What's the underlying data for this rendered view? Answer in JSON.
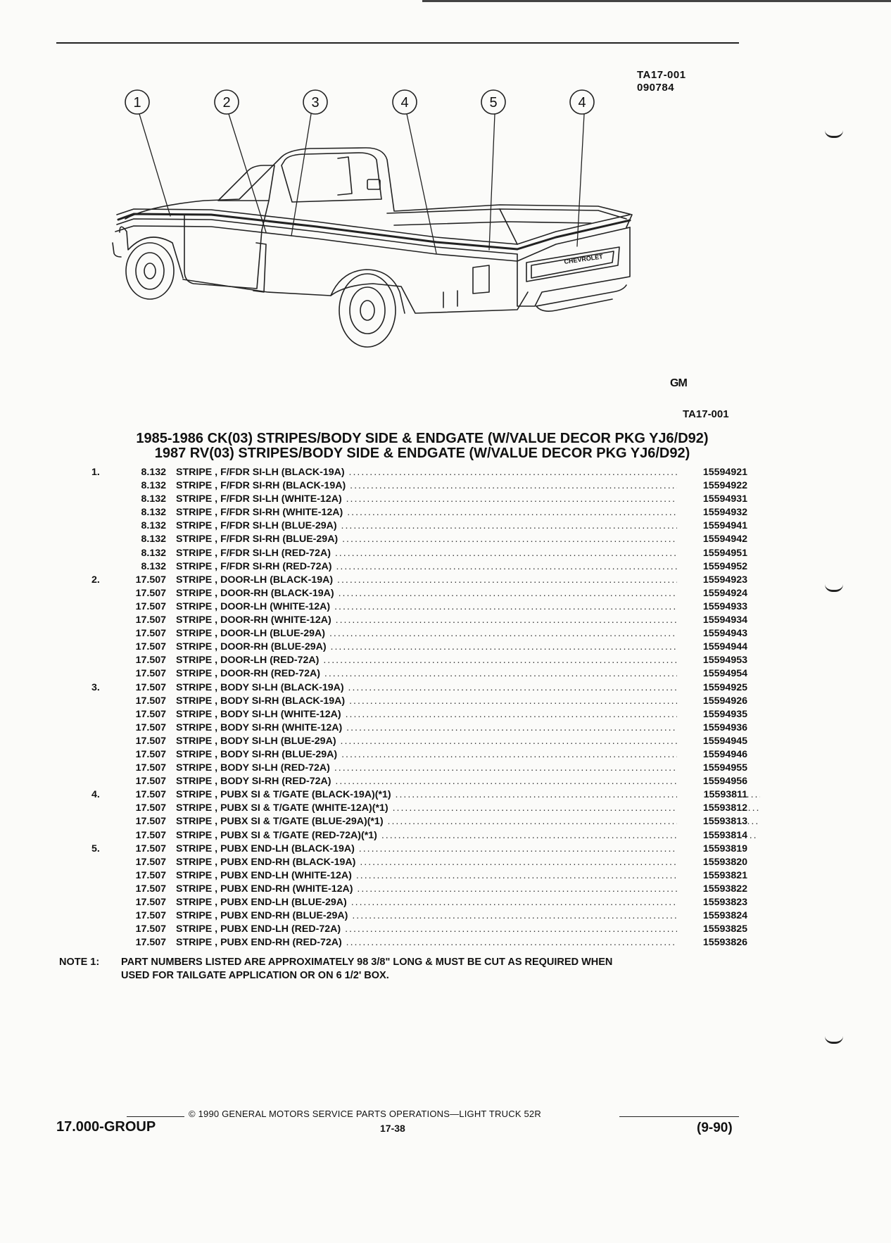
{
  "figure": {
    "ref_code": "TA17-001",
    "ref_date": "090784",
    "figure_id": "TA17-001",
    "callouts": [
      "1",
      "2",
      "3",
      "4",
      "5",
      "4"
    ],
    "tailgate_badge": "CHEVROLET",
    "logo_mark": "GM"
  },
  "title": {
    "line1": "1985-1986 CK(03) STRIPES/BODY SIDE & ENDGATE (W/VALUE DECOR PKG YJ6/D92)",
    "line2": "1987 RV(03) STRIPES/BODY SIDE & ENDGATE (W/VALUE DECOR PKG YJ6/D92)"
  },
  "parts": [
    {
      "num": "1.",
      "group": "8.132",
      "desc": "STRIPE , F/FDR SI-LH (BLACK-19A)",
      "pn": "15594921"
    },
    {
      "num": "",
      "group": "8.132",
      "desc": "STRIPE , F/FDR SI-RH (BLACK-19A)",
      "pn": "15594922"
    },
    {
      "num": "",
      "group": "8.132",
      "desc": "STRIPE , F/FDR SI-LH (WHITE-12A)",
      "pn": "15594931"
    },
    {
      "num": "",
      "group": "8.132",
      "desc": "STRIPE , F/FDR SI-RH (WHITE-12A)",
      "pn": "15594932"
    },
    {
      "num": "",
      "group": "8.132",
      "desc": "STRIPE , F/FDR SI-LH (BLUE-29A)",
      "pn": "15594941"
    },
    {
      "num": "",
      "group": "8.132",
      "desc": "STRIPE , F/FDR SI-RH (BLUE-29A)",
      "pn": "15594942"
    },
    {
      "num": "",
      "group": "8.132",
      "desc": "STRIPE , F/FDR SI-LH (RED-72A)",
      "pn": "15594951"
    },
    {
      "num": "",
      "group": "8.132",
      "desc": "STRIPE , F/FDR SI-RH (RED-72A)",
      "pn": "15594952"
    },
    {
      "num": "2.",
      "group": "17.507",
      "desc": "STRIPE , DOOR-LH (BLACK-19A)",
      "pn": "15594923"
    },
    {
      "num": "",
      "group": "17.507",
      "desc": "STRIPE , DOOR-RH (BLACK-19A)",
      "pn": "15594924"
    },
    {
      "num": "",
      "group": "17.507",
      "desc": "STRIPE , DOOR-LH (WHITE-12A)",
      "pn": "15594933"
    },
    {
      "num": "",
      "group": "17.507",
      "desc": "STRIPE , DOOR-RH (WHITE-12A)",
      "pn": "15594934"
    },
    {
      "num": "",
      "group": "17.507",
      "desc": "STRIPE , DOOR-LH (BLUE-29A)",
      "pn": "15594943"
    },
    {
      "num": "",
      "group": "17.507",
      "desc": "STRIPE , DOOR-RH (BLUE-29A)",
      "pn": "15594944"
    },
    {
      "num": "",
      "group": "17.507",
      "desc": "STRIPE , DOOR-LH (RED-72A)",
      "pn": "15594953"
    },
    {
      "num": "",
      "group": "17.507",
      "desc": "STRIPE , DOOR-RH (RED-72A)",
      "pn": "15594954"
    },
    {
      "num": "3.",
      "group": "17.507",
      "desc": "STRIPE , BODY SI-LH (BLACK-19A)",
      "pn": "15594925"
    },
    {
      "num": "",
      "group": "17.507",
      "desc": "STRIPE , BODY SI-RH (BLACK-19A)",
      "pn": "15594926"
    },
    {
      "num": "",
      "group": "17.507",
      "desc": "STRIPE , BODY SI-LH (WHITE-12A)",
      "pn": "15594935"
    },
    {
      "num": "",
      "group": "17.507",
      "desc": "STRIPE , BODY SI-RH (WHITE-12A)",
      "pn": "15594936"
    },
    {
      "num": "",
      "group": "17.507",
      "desc": "STRIPE , BODY SI-LH (BLUE-29A)",
      "pn": "15594945"
    },
    {
      "num": "",
      "group": "17.507",
      "desc": "STRIPE , BODY SI-RH (BLUE-29A)",
      "pn": "15594946"
    },
    {
      "num": "",
      "group": "17.507",
      "desc": "STRIPE , BODY SI-LH (RED-72A)",
      "pn": "15594955"
    },
    {
      "num": "",
      "group": "17.507",
      "desc": "STRIPE , BODY SI-RH (RED-72A)",
      "pn": "15594956"
    },
    {
      "num": "4.",
      "group": "17.507",
      "desc": "STRIPE , PUBX SI & T/GATE (BLACK-19A)(*1)",
      "pn": "15593811"
    },
    {
      "num": "",
      "group": "17.507",
      "desc": "STRIPE , PUBX SI & T/GATE (WHITE-12A)(*1)",
      "pn": "15593812"
    },
    {
      "num": "",
      "group": "17.507",
      "desc": "STRIPE , PUBX SI & T/GATE (BLUE-29A)(*1)",
      "pn": "15593813"
    },
    {
      "num": "",
      "group": "17.507",
      "desc": "STRIPE , PUBX SI & T/GATE (RED-72A)(*1)",
      "pn": "15593814"
    },
    {
      "num": "5.",
      "group": "17.507",
      "desc": "STRIPE , PUBX END-LH (BLACK-19A)",
      "pn": "15593819"
    },
    {
      "num": "",
      "group": "17.507",
      "desc": "STRIPE , PUBX END-RH (BLACK-19A)",
      "pn": "15593820"
    },
    {
      "num": "",
      "group": "17.507",
      "desc": "STRIPE , PUBX END-LH (WHITE-12A)",
      "pn": "15593821"
    },
    {
      "num": "",
      "group": "17.507",
      "desc": "STRIPE , PUBX END-RH (WHITE-12A)",
      "pn": "15593822"
    },
    {
      "num": "",
      "group": "17.507",
      "desc": "STRIPE , PUBX END-LH (BLUE-29A)",
      "pn": "15593823"
    },
    {
      "num": "",
      "group": "17.507",
      "desc": "STRIPE , PUBX END-RH (BLUE-29A)",
      "pn": "15593824"
    },
    {
      "num": "",
      "group": "17.507",
      "desc": "STRIPE , PUBX END-LH (RED-72A)",
      "pn": "15593825"
    },
    {
      "num": "",
      "group": "17.507",
      "desc": "STRIPE , PUBX END-RH (RED-72A)",
      "pn": "15593826"
    }
  ],
  "note": {
    "label": "NOTE  1:",
    "line1": "PART NUMBERS LISTED ARE APPROXIMATELY 98 3/8\" LONG & MUST BE CUT AS REQUIRED WHEN",
    "line2": "USED FOR TAILGATE APPLICATION OR ON 6 1/2' BOX."
  },
  "footer": {
    "copyright": "© 1990 GENERAL MOTORS SERVICE PARTS OPERATIONS—LIGHT TRUCK 52R",
    "group": "17.000-GROUP",
    "page": "17-38",
    "revision": "(9-90)"
  }
}
